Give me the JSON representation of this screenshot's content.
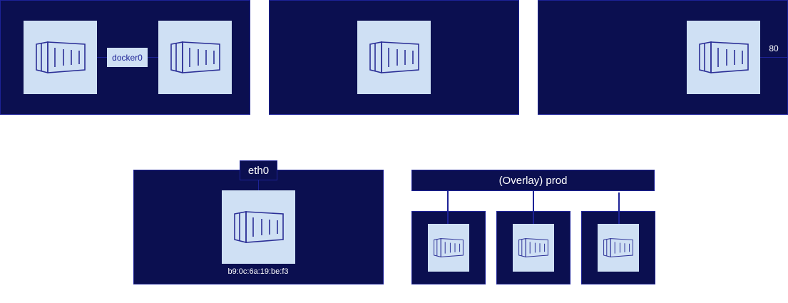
{
  "colors": {
    "panel": "#0b0f50",
    "border": "#1d2296",
    "container": "#cfe0f4"
  },
  "bridge": {
    "label": "docker0"
  },
  "host_port": {
    "label": "80"
  },
  "macvlan": {
    "interface": "eth0",
    "mac": "b9:0c:6a:19:be:f3"
  },
  "overlay": {
    "label": "(Overlay) prod"
  },
  "icon": "container-icon"
}
